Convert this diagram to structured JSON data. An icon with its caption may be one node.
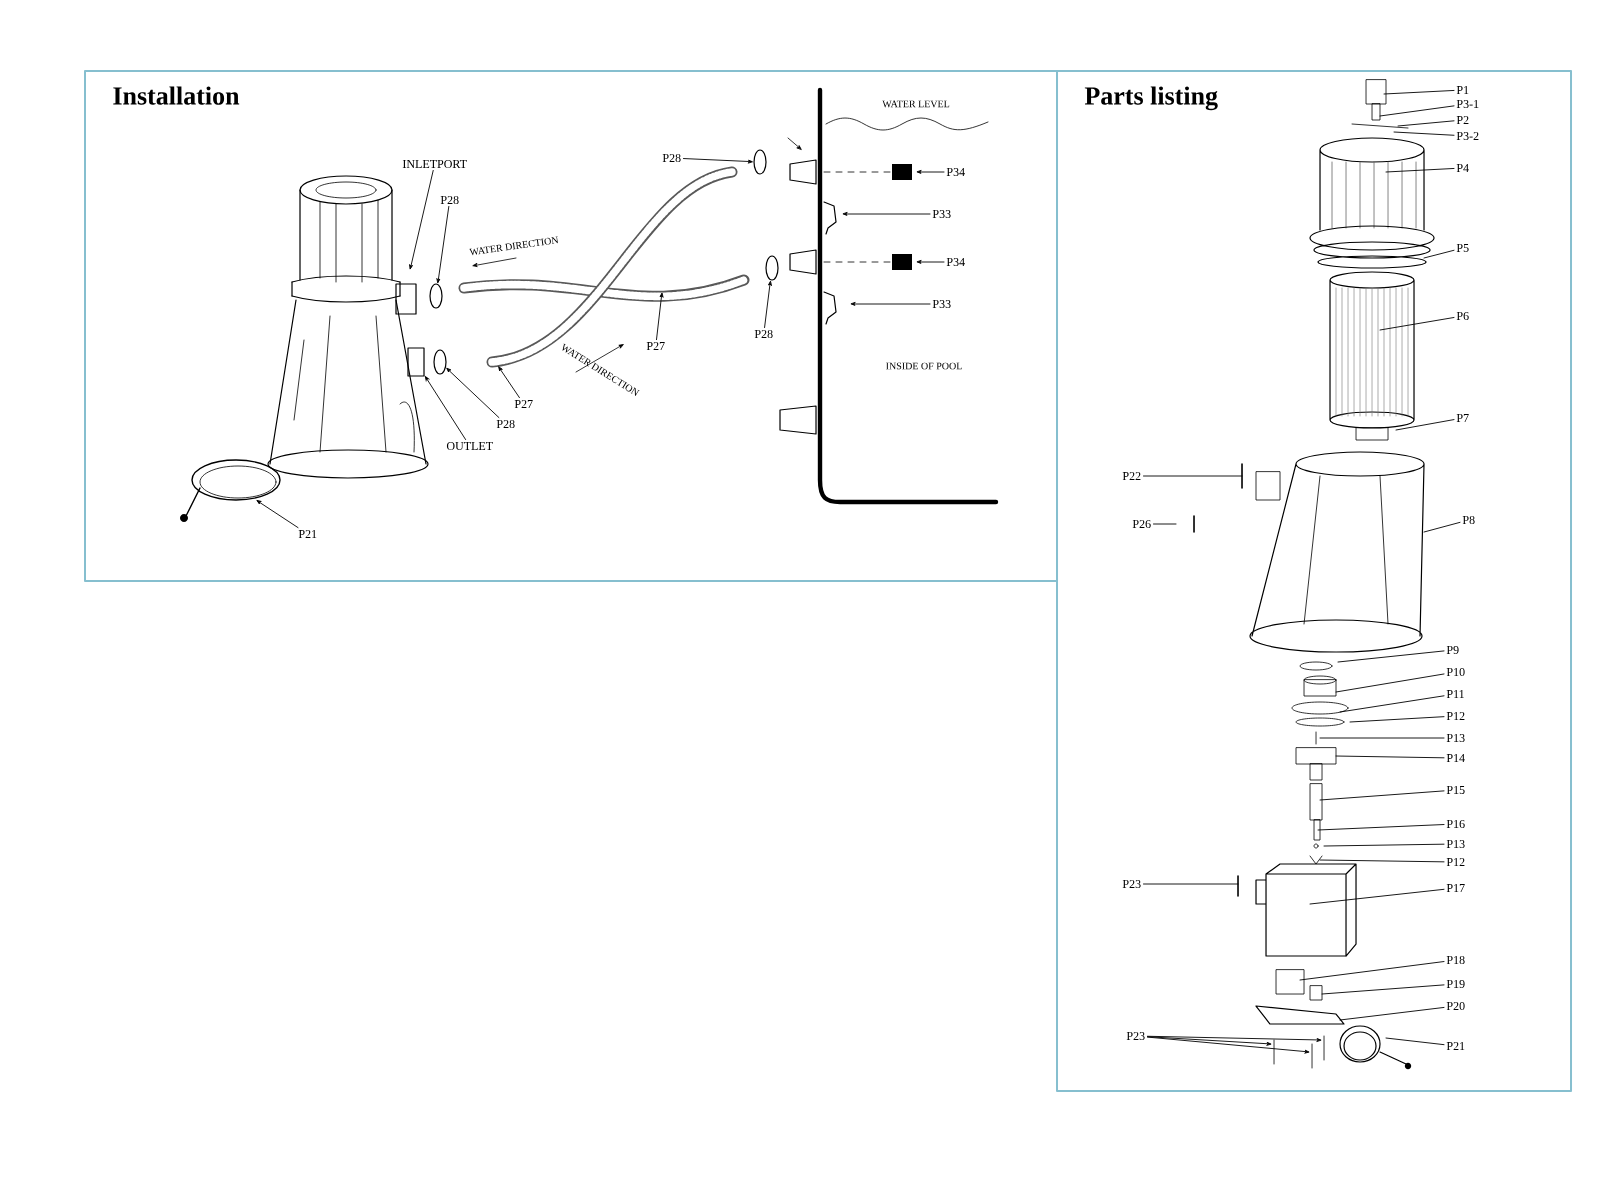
{
  "diagram": {
    "nodes": [
      {
        "text": [
          "Installation"
        ]
      },
      {
        "text": [
          "INLETPORT"
        ],
        "in": 0
      },
      {
        "text": [
          "P28"
        ],
        "in": 0
      },
      {
        "text": [
          "OUTLET"
        ],
        "in": 0
      },
      {
        "text": [
          "P28"
        ],
        "in": 0
      },
      {
        "text": [
          "P27"
        ],
        "in": 0
      },
      {
        "text": [
          "P21"
        ],
        "in": 0
      },
      {
        "text": [
          "P28"
        ],
        "in": 0
      },
      {
        "text": [
          "P28"
        ],
        "in": 0
      },
      {
        "text": [
          "P27"
        ],
        "in": 0
      },
      {
        "text": [
          "P34"
        ],
        "in": 0
      },
      {
        "text": [
          "P33"
        ],
        "in": 0
      },
      {
        "text": [
          "P34"
        ],
        "in": 0
      },
      {
        "text": [
          "P33"
        ],
        "in": 0
      },
      {
        "text": [
          "Parts listing"
        ]
      },
      {
        "text": [
          "P1"
        ],
        "in": 14
      },
      {
        "text": [
          "P3-1"
        ],
        "in": 14
      },
      {
        "text": [
          "P2"
        ],
        "in": 14
      },
      {
        "text": [
          "P3-2"
        ],
        "in": 14
      },
      {
        "text": [
          "P4"
        ],
        "in": 14
      },
      {
        "text": [
          "P5"
        ],
        "in": 14
      },
      {
        "text": [
          "P6"
        ],
        "in": 14
      },
      {
        "text": [
          "P7"
        ],
        "in": 14
      },
      {
        "text": [
          "P22"
        ],
        "in": 14
      },
      {
        "text": [
          "P26"
        ],
        "in": 14
      },
      {
        "text": [
          "P8"
        ],
        "in": 14
      },
      {
        "text": [
          "P9"
        ],
        "in": 14
      },
      {
        "text": [
          "P10"
        ],
        "in": 14
      },
      {
        "text": [
          "P11"
        ],
        "in": 14
      },
      {
        "text": [
          "P12"
        ],
        "in": 14
      },
      {
        "text": [
          "P13"
        ],
        "in": 14
      },
      {
        "text": [
          "P14"
        ],
        "in": 14
      },
      {
        "text": [
          "P15"
        ],
        "in": 14
      },
      {
        "text": [
          "P16"
        ],
        "in": 14
      },
      {
        "text": [
          "P13"
        ],
        "in": 14
      },
      {
        "text": [
          "P12"
        ],
        "in": 14
      },
      {
        "text": [
          "P23"
        ],
        "in": 14
      },
      {
        "text": [
          "P17"
        ],
        "in": 14
      },
      {
        "text": [
          "P18"
        ],
        "in": 14
      },
      {
        "text": [
          "P19"
        ],
        "in": 14
      },
      {
        "text": [
          "P20"
        ],
        "in": 14
      },
      {
        "text": [
          "P21"
        ],
        "in": 14
      },
      {
        "text": [
          "P23"
        ],
        "in": 14
      },
      {
        "text": [],
        "shape": "circle",
        "in": 0
      },
      {
        "text": [],
        "shape": "box",
        "in": 0
      },
      {
        "text": [],
        "shape": "circle",
        "in": 0
      },
      {
        "text": [],
        "shape": "circle",
        "in": 0
      },
      {
        "text": [],
        "shape": "circle",
        "in": 0
      }
    ],
    "edges": [
      {
        "from": 1,
        "to": null,
        "arrow": "to"
      },
      {
        "from": 2,
        "to": 43,
        "arrow": "to"
      },
      {
        "from": 3,
        "to": 44,
        "arrow": "to"
      },
      {
        "from": 4,
        "to": 45,
        "arrow": "to"
      },
      {
        "from": 5,
        "to": null,
        "arrow": "to"
      },
      {
        "from": 6,
        "to": null,
        "arrow": "to"
      },
      {
        "from": 7,
        "to": 46,
        "arrow": "to"
      },
      {
        "from": 8,
        "to": 47,
        "arrow": "to"
      },
      {
        "from": 9,
        "to": null,
        "arrow": "to"
      },
      {
        "from": 10,
        "to": null,
        "arrow": "to"
      },
      {
        "from": 11,
        "to": null,
        "arrow": "to"
      },
      {
        "from": 12,
        "to": null,
        "arrow": "to"
      },
      {
        "from": 13,
        "to": null,
        "arrow": "to"
      },
      {
        "from": 15,
        "to": null,
        "arrow": "none"
      },
      {
        "from": 16,
        "to": null,
        "arrow": "none"
      },
      {
        "from": 17,
        "to": null,
        "arrow": "none"
      },
      {
        "from": 18,
        "to": null,
        "arrow": "none"
      },
      {
        "from": 19,
        "to": null,
        "arrow": "none"
      },
      {
        "from": 20,
        "to": null,
        "arrow": "none"
      },
      {
        "from": 21,
        "to": null,
        "arrow": "none"
      },
      {
        "from": 22,
        "to": null,
        "arrow": "none"
      },
      {
        "from": 23,
        "to": null,
        "arrow": "none"
      },
      {
        "from": 24,
        "to": null,
        "arrow": "none"
      },
      {
        "from": 25,
        "to": null,
        "arrow": "none"
      },
      {
        "from": 26,
        "to": null,
        "arrow": "none"
      },
      {
        "from": 27,
        "to": null,
        "arrow": "none"
      },
      {
        "from": 28,
        "to": null,
        "arrow": "none"
      },
      {
        "from": 29,
        "to": null,
        "arrow": "none"
      },
      {
        "from": 30,
        "to": null,
        "arrow": "none"
      },
      {
        "from": 31,
        "to": null,
        "arrow": "none"
      },
      {
        "from": 32,
        "to": null,
        "arrow": "none"
      },
      {
        "from": 33,
        "to": null,
        "arrow": "none"
      },
      {
        "from": 34,
        "to": null,
        "arrow": "none"
      },
      {
        "from": 35,
        "to": null,
        "arrow": "none"
      },
      {
        "from": 36,
        "to": null,
        "arrow": "none"
      },
      {
        "from": 37,
        "to": null,
        "arrow": "none"
      },
      {
        "from": 38,
        "to": null,
        "arrow": "none"
      },
      {
        "from": 39,
        "to": null,
        "arrow": "none"
      },
      {
        "from": 40,
        "to": null,
        "arrow": "none"
      },
      {
        "from": 41,
        "to": null,
        "arrow": "none"
      },
      {
        "from": 42,
        "to": null,
        "arrow": "to"
      },
      {
        "from": 42,
        "to": null,
        "arrow": "to"
      },
      {
        "from": 42,
        "to": null,
        "arrow": "to"
      }
    ],
    "labels": [
      "WATER DIRECTION",
      "WATER DIRECTION",
      "WATER LEVEL",
      "INSIDE OF POOL"
    ]
  }
}
